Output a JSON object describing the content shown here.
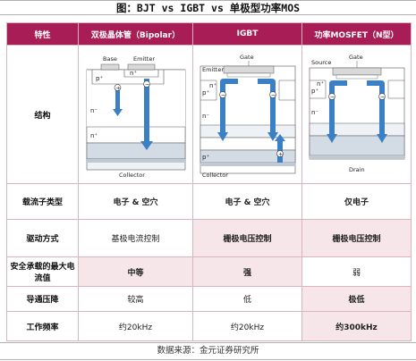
{
  "title": "图：BJT vs IGBT vs 单极型功率MOS",
  "header": {
    "col0": "特性",
    "col1": "双极晶体管（Bipolar）",
    "col2": "IGBT",
    "col3": "功率MOSFET（N型）"
  },
  "rows": [
    {
      "label": "结构"
    },
    {
      "label": "载流子类型",
      "c1": "电子 & 空穴",
      "c2": "电子 & 空穴",
      "c3": "仅电子"
    },
    {
      "label": "驱动方式",
      "c1": "基极电流控制",
      "c2": "栅极电压控制",
      "c3": "栅极电压控制"
    },
    {
      "label": "安全承载的最大电流值",
      "c1": "中等",
      "c2": "强",
      "c3": "弱"
    },
    {
      "label": "导通压降",
      "c1": "较高",
      "c2": "低",
      "c3": "极低"
    },
    {
      "label": "工作频率",
      "c1": "约20kHz",
      "c2": "约20kHz",
      "c3": "约300kHz"
    }
  ],
  "diagrams": {
    "bjt": {
      "base": "Base",
      "emitter": "Emitter",
      "collector": "Collector",
      "p_plus": "p⁺",
      "n_plus": "n⁺",
      "n_minus": "n⁻",
      "n_plus2": "n⁺",
      "plus": "+",
      "minus": "−"
    },
    "igbt": {
      "gate": "Gate",
      "emitter": "Emitter",
      "collector": "Collector",
      "p_plus": "p⁺",
      "n_plus": "n⁺",
      "n_minus": "n⁻",
      "p_plus2": "p⁺",
      "plus": "+",
      "minus": "−"
    },
    "mosfet": {
      "gate": "Gate",
      "source": "Source",
      "drain": "Drain",
      "p_plus": "p⁺",
      "n_plus": "n⁺",
      "n_minus": "n⁻",
      "minus": "−"
    }
  },
  "source": "数据来源：金元证券研究所",
  "colors": {
    "header": "#a81d55",
    "pink_cell": "#f6e6ea",
    "arrow": "#3b7fc4",
    "n_region": "#dbe4ee"
  }
}
